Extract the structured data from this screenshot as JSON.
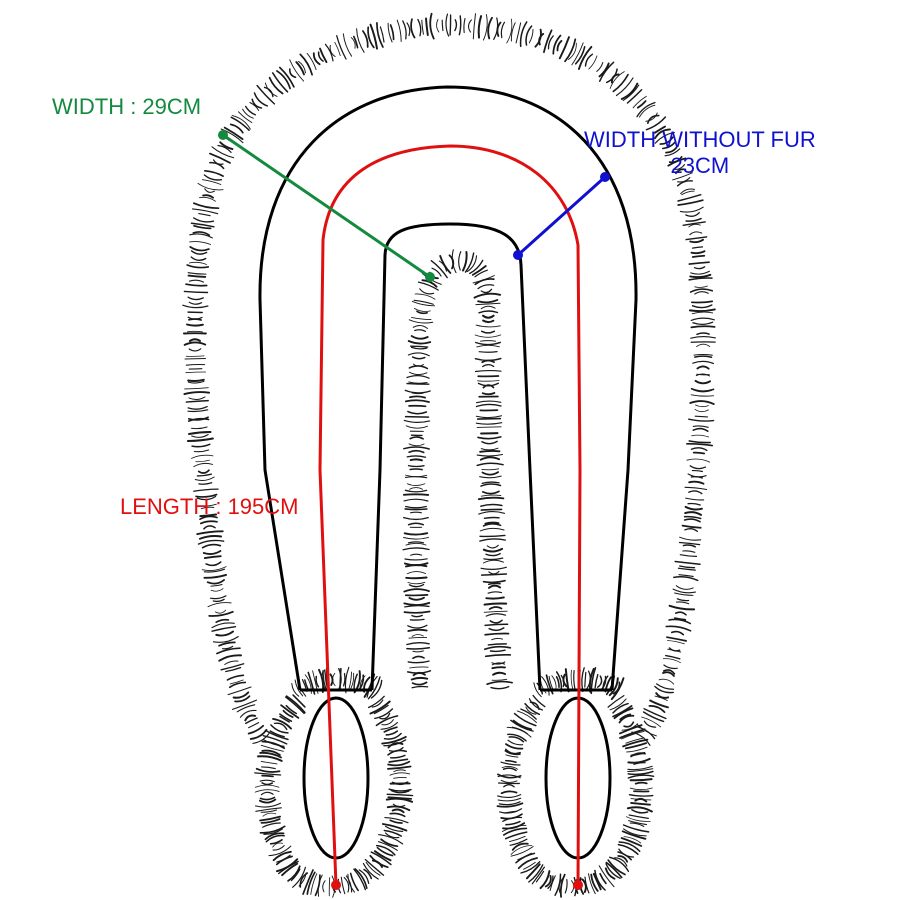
{
  "colors": {
    "outline": "#000000",
    "fur": "#1a1a1a",
    "width_measure": "#138a3e",
    "width_without_fur_measure": "#1010d0",
    "length_measure": "#e01010"
  },
  "labels": {
    "width": "WIDTH : 29CM",
    "width_without_fur_line1": "WIDTH WITHOUT FUR",
    "width_without_fur_line2": "23CM",
    "length": "LENGTH : 195CM"
  }
}
